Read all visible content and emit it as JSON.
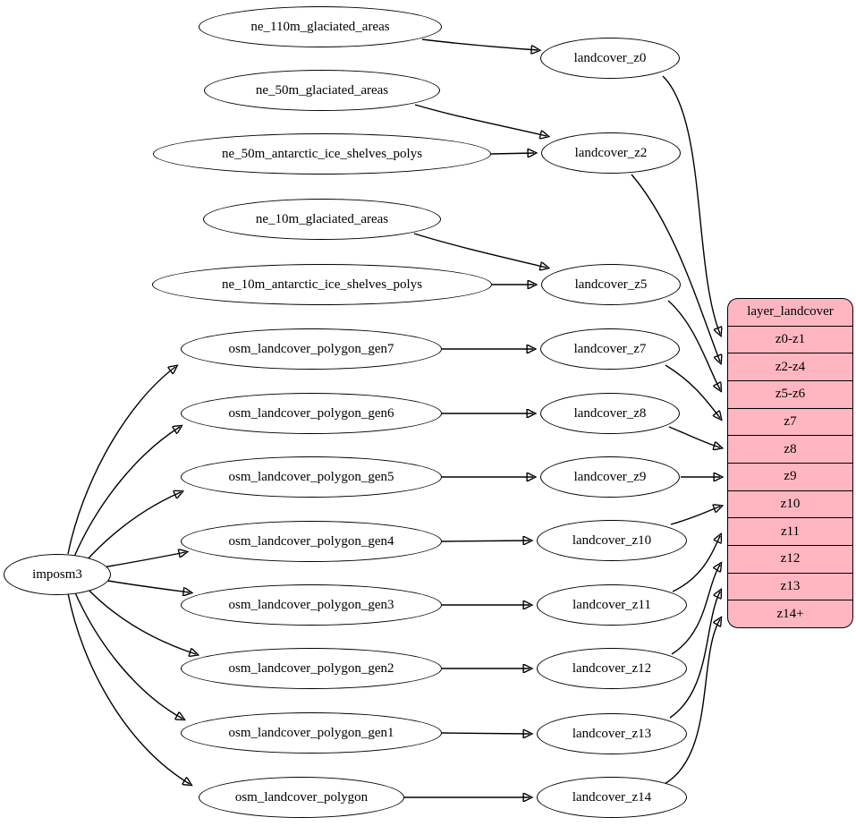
{
  "colors": {
    "background": "#ffffff",
    "node_fill": "#ffffff",
    "edge_stroke": "#000000",
    "table_fill": "#ffb6c1"
  },
  "nodes": {
    "importer": {
      "id": "imposm3",
      "label": "imposm3"
    },
    "sources": [
      {
        "id": "ne_110m_glaciated_areas",
        "label": "ne_110m_glaciated_areas"
      },
      {
        "id": "ne_50m_glaciated_areas",
        "label": "ne_50m_glaciated_areas"
      },
      {
        "id": "ne_50m_antarctic_ice_shelves_polys",
        "label": "ne_50m_antarctic_ice_shelves_polys"
      },
      {
        "id": "ne_10m_glaciated_areas",
        "label": "ne_10m_glaciated_areas"
      },
      {
        "id": "ne_10m_antarctic_ice_shelves_polys",
        "label": "ne_10m_antarctic_ice_shelves_polys"
      },
      {
        "id": "osm_landcover_polygon_gen7",
        "label": "osm_landcover_polygon_gen7"
      },
      {
        "id": "osm_landcover_polygon_gen6",
        "label": "osm_landcover_polygon_gen6"
      },
      {
        "id": "osm_landcover_polygon_gen5",
        "label": "osm_landcover_polygon_gen5"
      },
      {
        "id": "osm_landcover_polygon_gen4",
        "label": "osm_landcover_polygon_gen4"
      },
      {
        "id": "osm_landcover_polygon_gen3",
        "label": "osm_landcover_polygon_gen3"
      },
      {
        "id": "osm_landcover_polygon_gen2",
        "label": "osm_landcover_polygon_gen2"
      },
      {
        "id": "osm_landcover_polygon_gen1",
        "label": "osm_landcover_polygon_gen1"
      },
      {
        "id": "osm_landcover_polygon",
        "label": "osm_landcover_polygon"
      }
    ],
    "intermediates": [
      {
        "id": "landcover_z0",
        "label": "landcover_z0"
      },
      {
        "id": "landcover_z2",
        "label": "landcover_z2"
      },
      {
        "id": "landcover_z5",
        "label": "landcover_z5"
      },
      {
        "id": "landcover_z7",
        "label": "landcover_z7"
      },
      {
        "id": "landcover_z8",
        "label": "landcover_z8"
      },
      {
        "id": "landcover_z9",
        "label": "landcover_z9"
      },
      {
        "id": "landcover_z10",
        "label": "landcover_z10"
      },
      {
        "id": "landcover_z11",
        "label": "landcover_z11"
      },
      {
        "id": "landcover_z12",
        "label": "landcover_z12"
      },
      {
        "id": "landcover_z13",
        "label": "landcover_z13"
      },
      {
        "id": "landcover_z14",
        "label": "landcover_z14"
      }
    ],
    "layer_table": {
      "title": "layer_landcover",
      "rows": [
        "z0-z1",
        "z2-z4",
        "z5-z6",
        "z7",
        "z8",
        "z9",
        "z10",
        "z11",
        "z12",
        "z13",
        "z14+"
      ]
    }
  },
  "edges": [
    {
      "from": "ne_110m_glaciated_areas",
      "to": "landcover_z0"
    },
    {
      "from": "ne_50m_glaciated_areas",
      "to": "landcover_z2"
    },
    {
      "from": "ne_50m_antarctic_ice_shelves_polys",
      "to": "landcover_z2"
    },
    {
      "from": "ne_10m_glaciated_areas",
      "to": "landcover_z5"
    },
    {
      "from": "ne_10m_antarctic_ice_shelves_polys",
      "to": "landcover_z5"
    },
    {
      "from": "osm_landcover_polygon_gen7",
      "to": "landcover_z7"
    },
    {
      "from": "osm_landcover_polygon_gen6",
      "to": "landcover_z8"
    },
    {
      "from": "osm_landcover_polygon_gen5",
      "to": "landcover_z9"
    },
    {
      "from": "osm_landcover_polygon_gen4",
      "to": "landcover_z10"
    },
    {
      "from": "osm_landcover_polygon_gen3",
      "to": "landcover_z11"
    },
    {
      "from": "osm_landcover_polygon_gen2",
      "to": "landcover_z12"
    },
    {
      "from": "osm_landcover_polygon_gen1",
      "to": "landcover_z13"
    },
    {
      "from": "osm_landcover_polygon",
      "to": "landcover_z14"
    },
    {
      "from": "imposm3",
      "to": "osm_landcover_polygon_gen7"
    },
    {
      "from": "imposm3",
      "to": "osm_landcover_polygon_gen6"
    },
    {
      "from": "imposm3",
      "to": "osm_landcover_polygon_gen5"
    },
    {
      "from": "imposm3",
      "to": "osm_landcover_polygon_gen4"
    },
    {
      "from": "imposm3",
      "to": "osm_landcover_polygon_gen3"
    },
    {
      "from": "imposm3",
      "to": "osm_landcover_polygon_gen2"
    },
    {
      "from": "imposm3",
      "to": "osm_landcover_polygon_gen1"
    },
    {
      "from": "imposm3",
      "to": "osm_landcover_polygon"
    },
    {
      "from": "landcover_z0",
      "to": "layer_landcover.z0-z1"
    },
    {
      "from": "landcover_z2",
      "to": "layer_landcover.z2-z4"
    },
    {
      "from": "landcover_z5",
      "to": "layer_landcover.z5-z6"
    },
    {
      "from": "landcover_z7",
      "to": "layer_landcover.z7"
    },
    {
      "from": "landcover_z8",
      "to": "layer_landcover.z8"
    },
    {
      "from": "landcover_z9",
      "to": "layer_landcover.z9"
    },
    {
      "from": "landcover_z10",
      "to": "layer_landcover.z10"
    },
    {
      "from": "landcover_z11",
      "to": "layer_landcover.z11"
    },
    {
      "from": "landcover_z12",
      "to": "layer_landcover.z12"
    },
    {
      "from": "landcover_z13",
      "to": "layer_landcover.z13"
    },
    {
      "from": "landcover_z14",
      "to": "layer_landcover.z14+"
    }
  ]
}
